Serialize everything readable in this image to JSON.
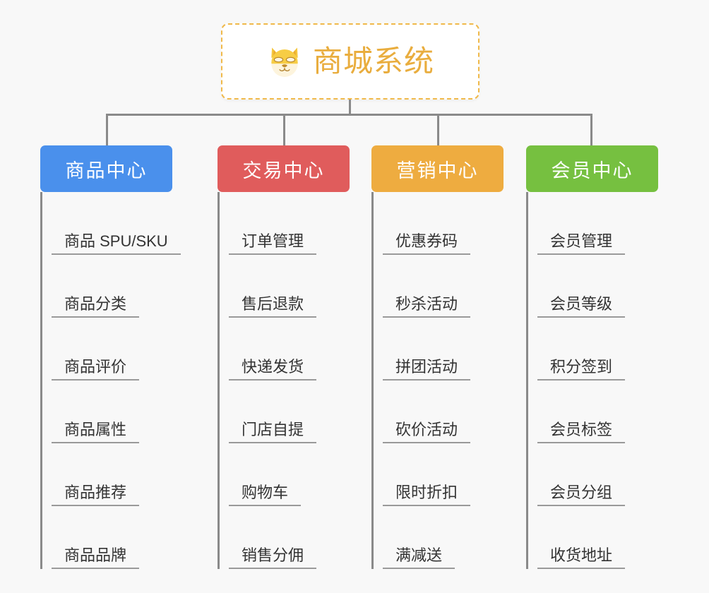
{
  "page": {
    "background_color": "#f8f8f8",
    "line_color": "#8a8a8a",
    "underline_color": "#9a9a9a",
    "item_text_color": "#333333"
  },
  "root": {
    "title": "商城系统",
    "logo_icon": "shiba-dog-face-icon",
    "title_color": "#e9ad3e",
    "border_color": "#f0b94a",
    "background_color": "#ffffff"
  },
  "columns": [
    {
      "id": "product-center",
      "label": "商品中心",
      "color": "#4a90ec",
      "items": [
        "商品 SPU/SKU",
        "商品分类",
        "商品评价",
        "商品属性",
        "商品推荐",
        "商品品牌"
      ]
    },
    {
      "id": "trade-center",
      "label": "交易中心",
      "color": "#e05c5c",
      "items": [
        "订单管理",
        "售后退款",
        "快递发货",
        "门店自提",
        "购物车",
        "销售分佣"
      ]
    },
    {
      "id": "marketing-center",
      "label": "营销中心",
      "color": "#eeac40",
      "items": [
        "优惠券码",
        "秒杀活动",
        "拼团活动",
        "砍价活动",
        "限时折扣",
        "满减送"
      ]
    },
    {
      "id": "member-center",
      "label": "会员中心",
      "color": "#76c040",
      "items": [
        "会员管理",
        "会员等级",
        "积分签到",
        "会员标签",
        "会员分组",
        "收货地址"
      ]
    }
  ]
}
